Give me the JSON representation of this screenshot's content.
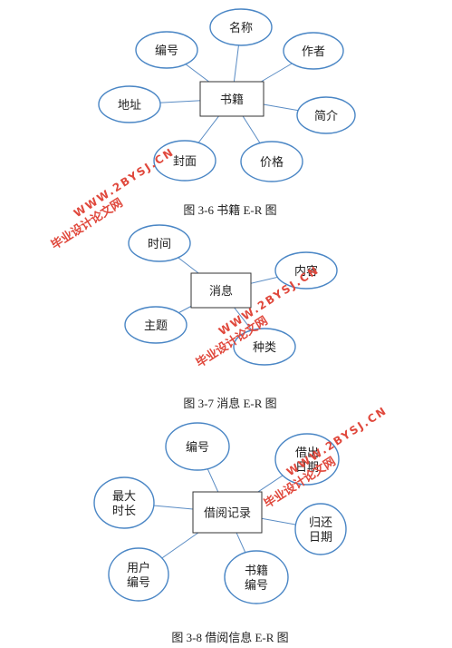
{
  "diagrams": [
    {
      "entity": "书籍",
      "attributes": [
        "编号",
        "名称",
        "作者",
        "简介",
        "价格",
        "封面",
        "地址"
      ],
      "caption": "图 3-6  书籍 E-R 图"
    },
    {
      "entity": "消息",
      "attributes": [
        "时间",
        "内容",
        "种类",
        "主题"
      ],
      "caption": "图 3-7  消息 E-R 图"
    },
    {
      "entity": "借阅记录",
      "attributes": [
        [
          "编号"
        ],
        [
          "借出",
          "日期"
        ],
        [
          "归还",
          "日期"
        ],
        [
          "书籍",
          "编号"
        ],
        [
          "用户",
          "编号"
        ],
        [
          "最大",
          "时长"
        ]
      ],
      "caption": "图 3-8  借阅信息 E-R 图"
    }
  ],
  "watermark": {
    "cn": "毕业设计论文网",
    "url": "WWW.2BYSJ.CN"
  }
}
